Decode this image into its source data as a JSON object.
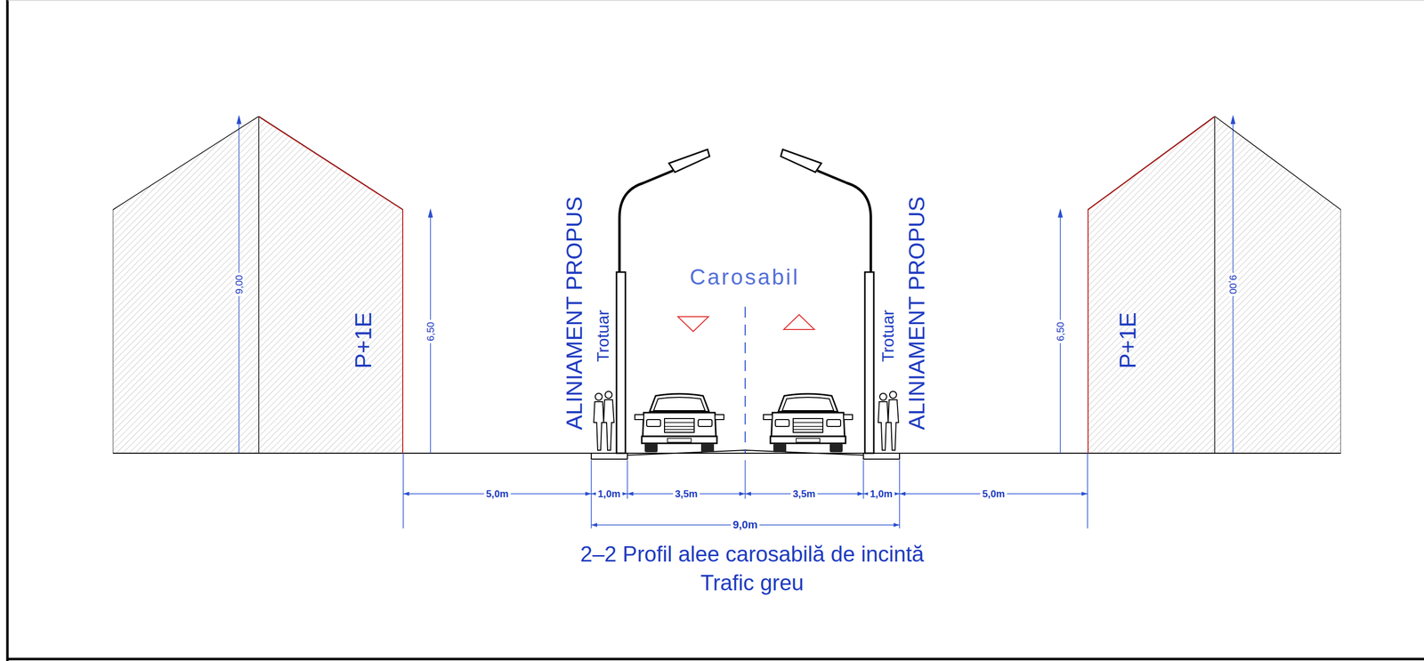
{
  "diagram": {
    "title": "2–2 Profil alee carosabilă de incintă",
    "caption": "Trafic greu",
    "nodes": [
      {
        "text": [
          "P+1E"
        ]
      },
      {
        "text": [
          "P+1E"
        ]
      }
    ],
    "labels": [
      "9,00",
      "6,50",
      "ALINIAMENT PROPUS",
      "Trotuar",
      "Carosabil",
      "Trotuar",
      "ALINIAMENT PROPUS",
      "6,50",
      "9,00",
      "5,0m",
      "1,0m",
      "3,5m",
      "3,5m",
      "1,0m",
      "5,0m",
      "9,0m"
    ]
  }
}
